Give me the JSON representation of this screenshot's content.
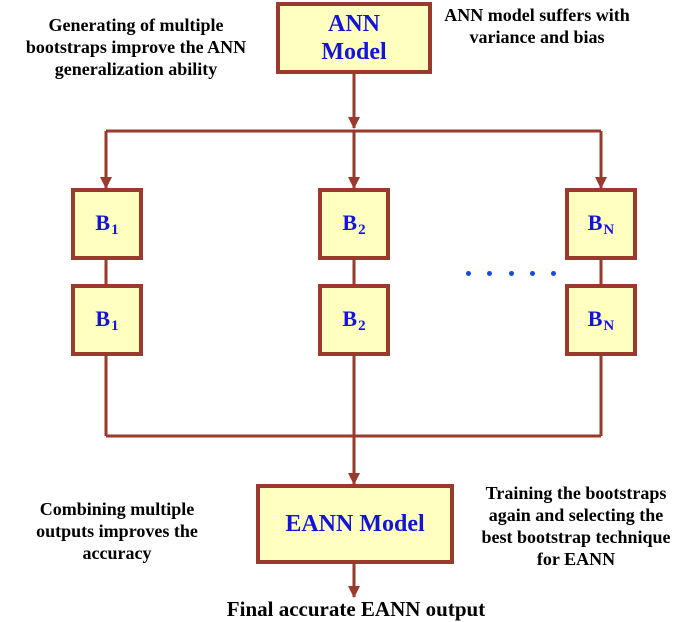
{
  "annotations": {
    "top_left": "Generating of multiple bootstraps improve the ANN generalization ability",
    "top_right": "ANN model suffers with variance and bias",
    "bottom_left": "Combining multiple outputs improves the accuracy",
    "bottom_right": "Training the bootstraps again and selecting the best bootstrap technique for EANN"
  },
  "nodes": {
    "ann_model": {
      "line1": "ANN",
      "line2": "Model"
    },
    "eann_model": "EANN Model",
    "bootstraps": [
      {
        "letter": "B",
        "sub": "1"
      },
      {
        "letter": "B",
        "sub": "2"
      },
      {
        "letter": "B",
        "sub": "N"
      }
    ]
  },
  "final_output": "Final accurate EANN output",
  "colors": {
    "box_fill": "#ffffc0",
    "box_border": "#9a3a2c",
    "box_text": "#1414d8",
    "connector": "#9a3a2c",
    "ellipsis_dots": "#1a4ad8"
  }
}
